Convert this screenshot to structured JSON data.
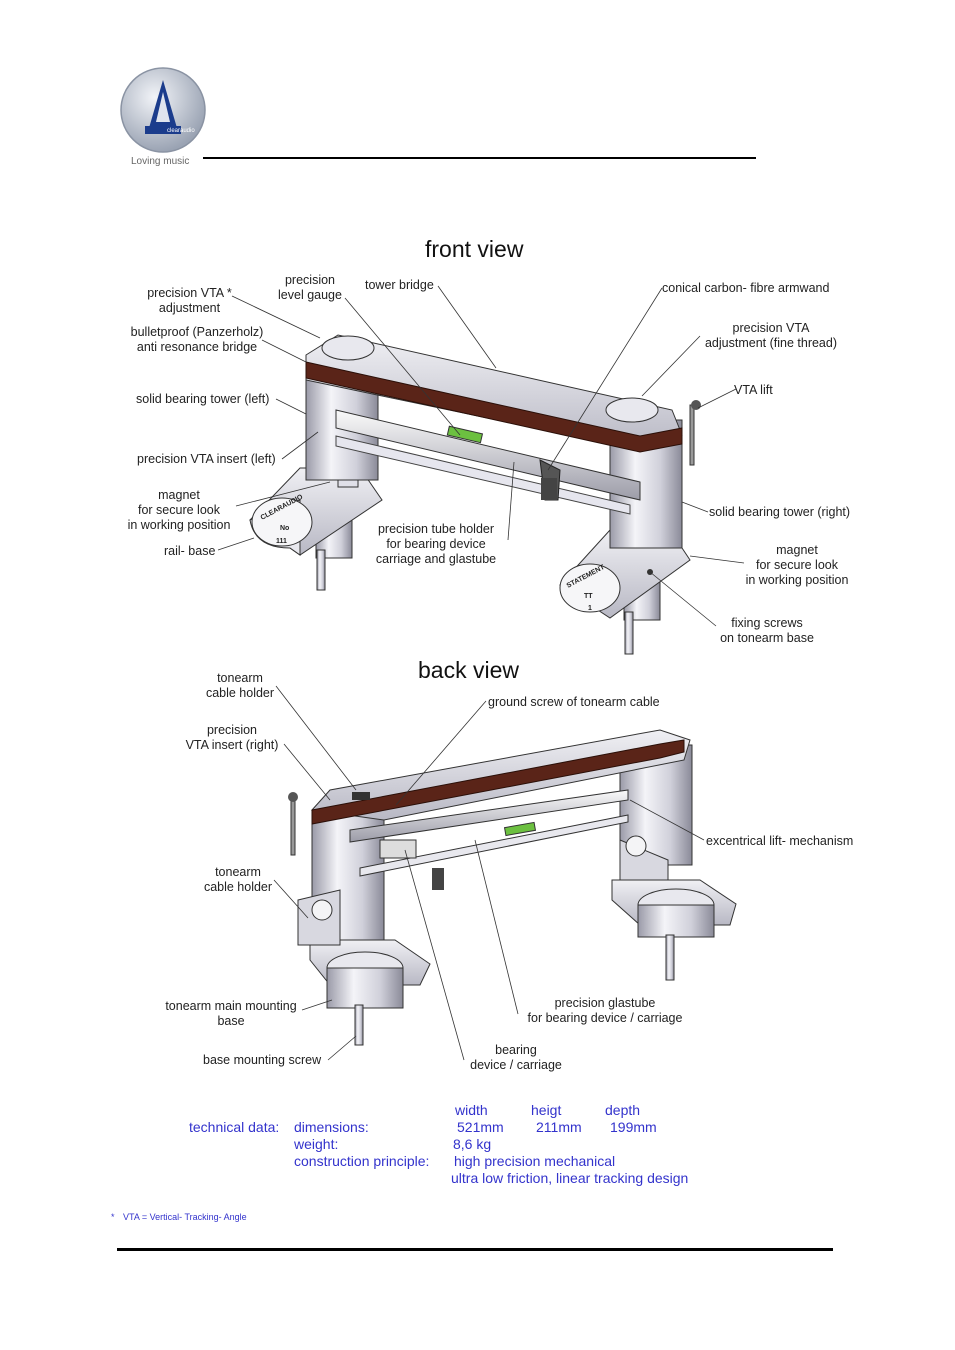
{
  "header": {
    "logo_text": "clearaudio",
    "slogan": "Loving music"
  },
  "front": {
    "heading": "front view",
    "labels": {
      "precision_vta": [
        "precision VTA *",
        "adjustment"
      ],
      "level_gauge": [
        "precision",
        "level gauge"
      ],
      "tower_bridge": "tower bridge",
      "armwand": "conical carbon- fibre armwand",
      "bulletproof": [
        "bulletproof (Panzerholz)",
        "anti resonance bridge"
      ],
      "vta_fine": [
        "precision VTA",
        "adjustment (fine thread)"
      ],
      "vta_lift": "VTA lift",
      "tower_left": "solid bearing tower (left)",
      "insert_left": "precision VTA insert (left)",
      "magnet_left": [
        "magnet",
        "for secure look",
        "in working position"
      ],
      "tube_holder": [
        "precision tube holder",
        "for bearing device",
        "carriage and glastube"
      ],
      "rail_base": "rail- base",
      "tower_right": "solid bearing tower (right)",
      "magnet_right": [
        "magnet",
        "for secure look",
        "in working position"
      ],
      "fixing_screws": [
        "fixing screws",
        "on tonearm base"
      ]
    },
    "engraving_left": [
      "CLEARAUDIO",
      "No",
      "111"
    ],
    "engraving_right": [
      "STATEMENT",
      "TT",
      "1"
    ]
  },
  "back": {
    "heading": "back view",
    "labels": {
      "cable_holder_top": [
        "tonearm",
        "cable holder"
      ],
      "ground_screw": "ground screw of tonearm cable",
      "insert_right": [
        "precision",
        "VTA insert (right)"
      ],
      "eccentric": "excentrical lift- mechanism",
      "cable_holder_bottom": [
        "tonearm",
        "cable holder"
      ],
      "glastube": [
        "precision glastube",
        "for bearing device / carriage"
      ],
      "main_base": [
        "tonearm main mounting",
        "base"
      ],
      "mount_screw": "base mounting screw",
      "bearing": [
        "bearing",
        "device / carriage"
      ]
    }
  },
  "tech": {
    "title": "technical data:",
    "dimensions_label": "dimensions:",
    "weight_label": "weight:",
    "principle_label": "construction principle:",
    "col_width": "width",
    "col_height": "heigt",
    "col_depth": "depth",
    "width": "521mm",
    "height": "211mm",
    "depth": "199mm",
    "weight": "8,6 kg",
    "principle_1": "high precision mechanical",
    "principle_2": "ultra low friction, linear tracking design"
  },
  "footnote": {
    "star": "*",
    "text": "VTA = Vertical- Tracking- Angle"
  },
  "colors": {
    "accent_blue": "#3333cc",
    "wood": "#5a2418",
    "metal": "#dcdce4"
  }
}
